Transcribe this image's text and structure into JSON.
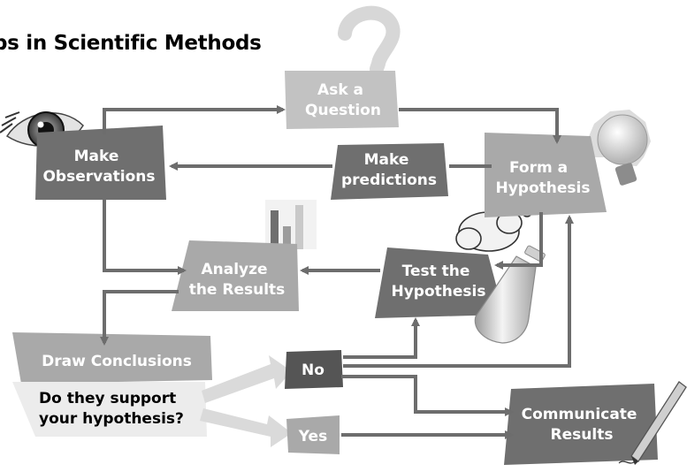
{
  "title": "ps in Scientific Methods",
  "steps": {
    "ask": [
      "Ask a",
      "Question"
    ],
    "observe": [
      "Make",
      "Observations"
    ],
    "predict": [
      "Make",
      "predictions"
    ],
    "hypothesis": [
      "Form a",
      "Hypothesis"
    ],
    "analyze": [
      "Analyze",
      "the Results"
    ],
    "test": [
      "Test the",
      "Hypothesis"
    ],
    "conclude": "Draw Conclusions",
    "question": [
      "Do they support",
      "your hypothesis?"
    ],
    "no": "No",
    "yes": "Yes",
    "communicate": [
      "Communicate",
      "Results"
    ]
  },
  "colors": {
    "box_dark": "#6f6f6f",
    "box_mid": "#a9a9a9",
    "box_light": "#c2c2c2",
    "arrow": "#6d6d6d",
    "arrow_light": "#d9d9d9",
    "question_bg": "#ececec"
  },
  "icons": [
    "eye-icon",
    "question-mark-icon",
    "lightbulb-icon",
    "bar-chart-icon",
    "thought-cloud-icon",
    "flask-icon",
    "pen-icon"
  ]
}
